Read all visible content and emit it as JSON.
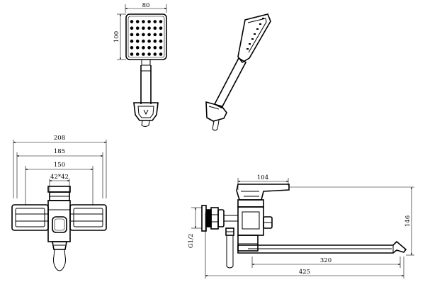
{
  "dimensions": {
    "head_width": "80",
    "head_height": "100",
    "overall_width": "208",
    "inner_width": "185",
    "center_distance": "150",
    "body_size": "42*42",
    "spout_top": "104",
    "height": "146",
    "spout_reach": "320",
    "total_length": "425",
    "thread": "G1/2"
  }
}
